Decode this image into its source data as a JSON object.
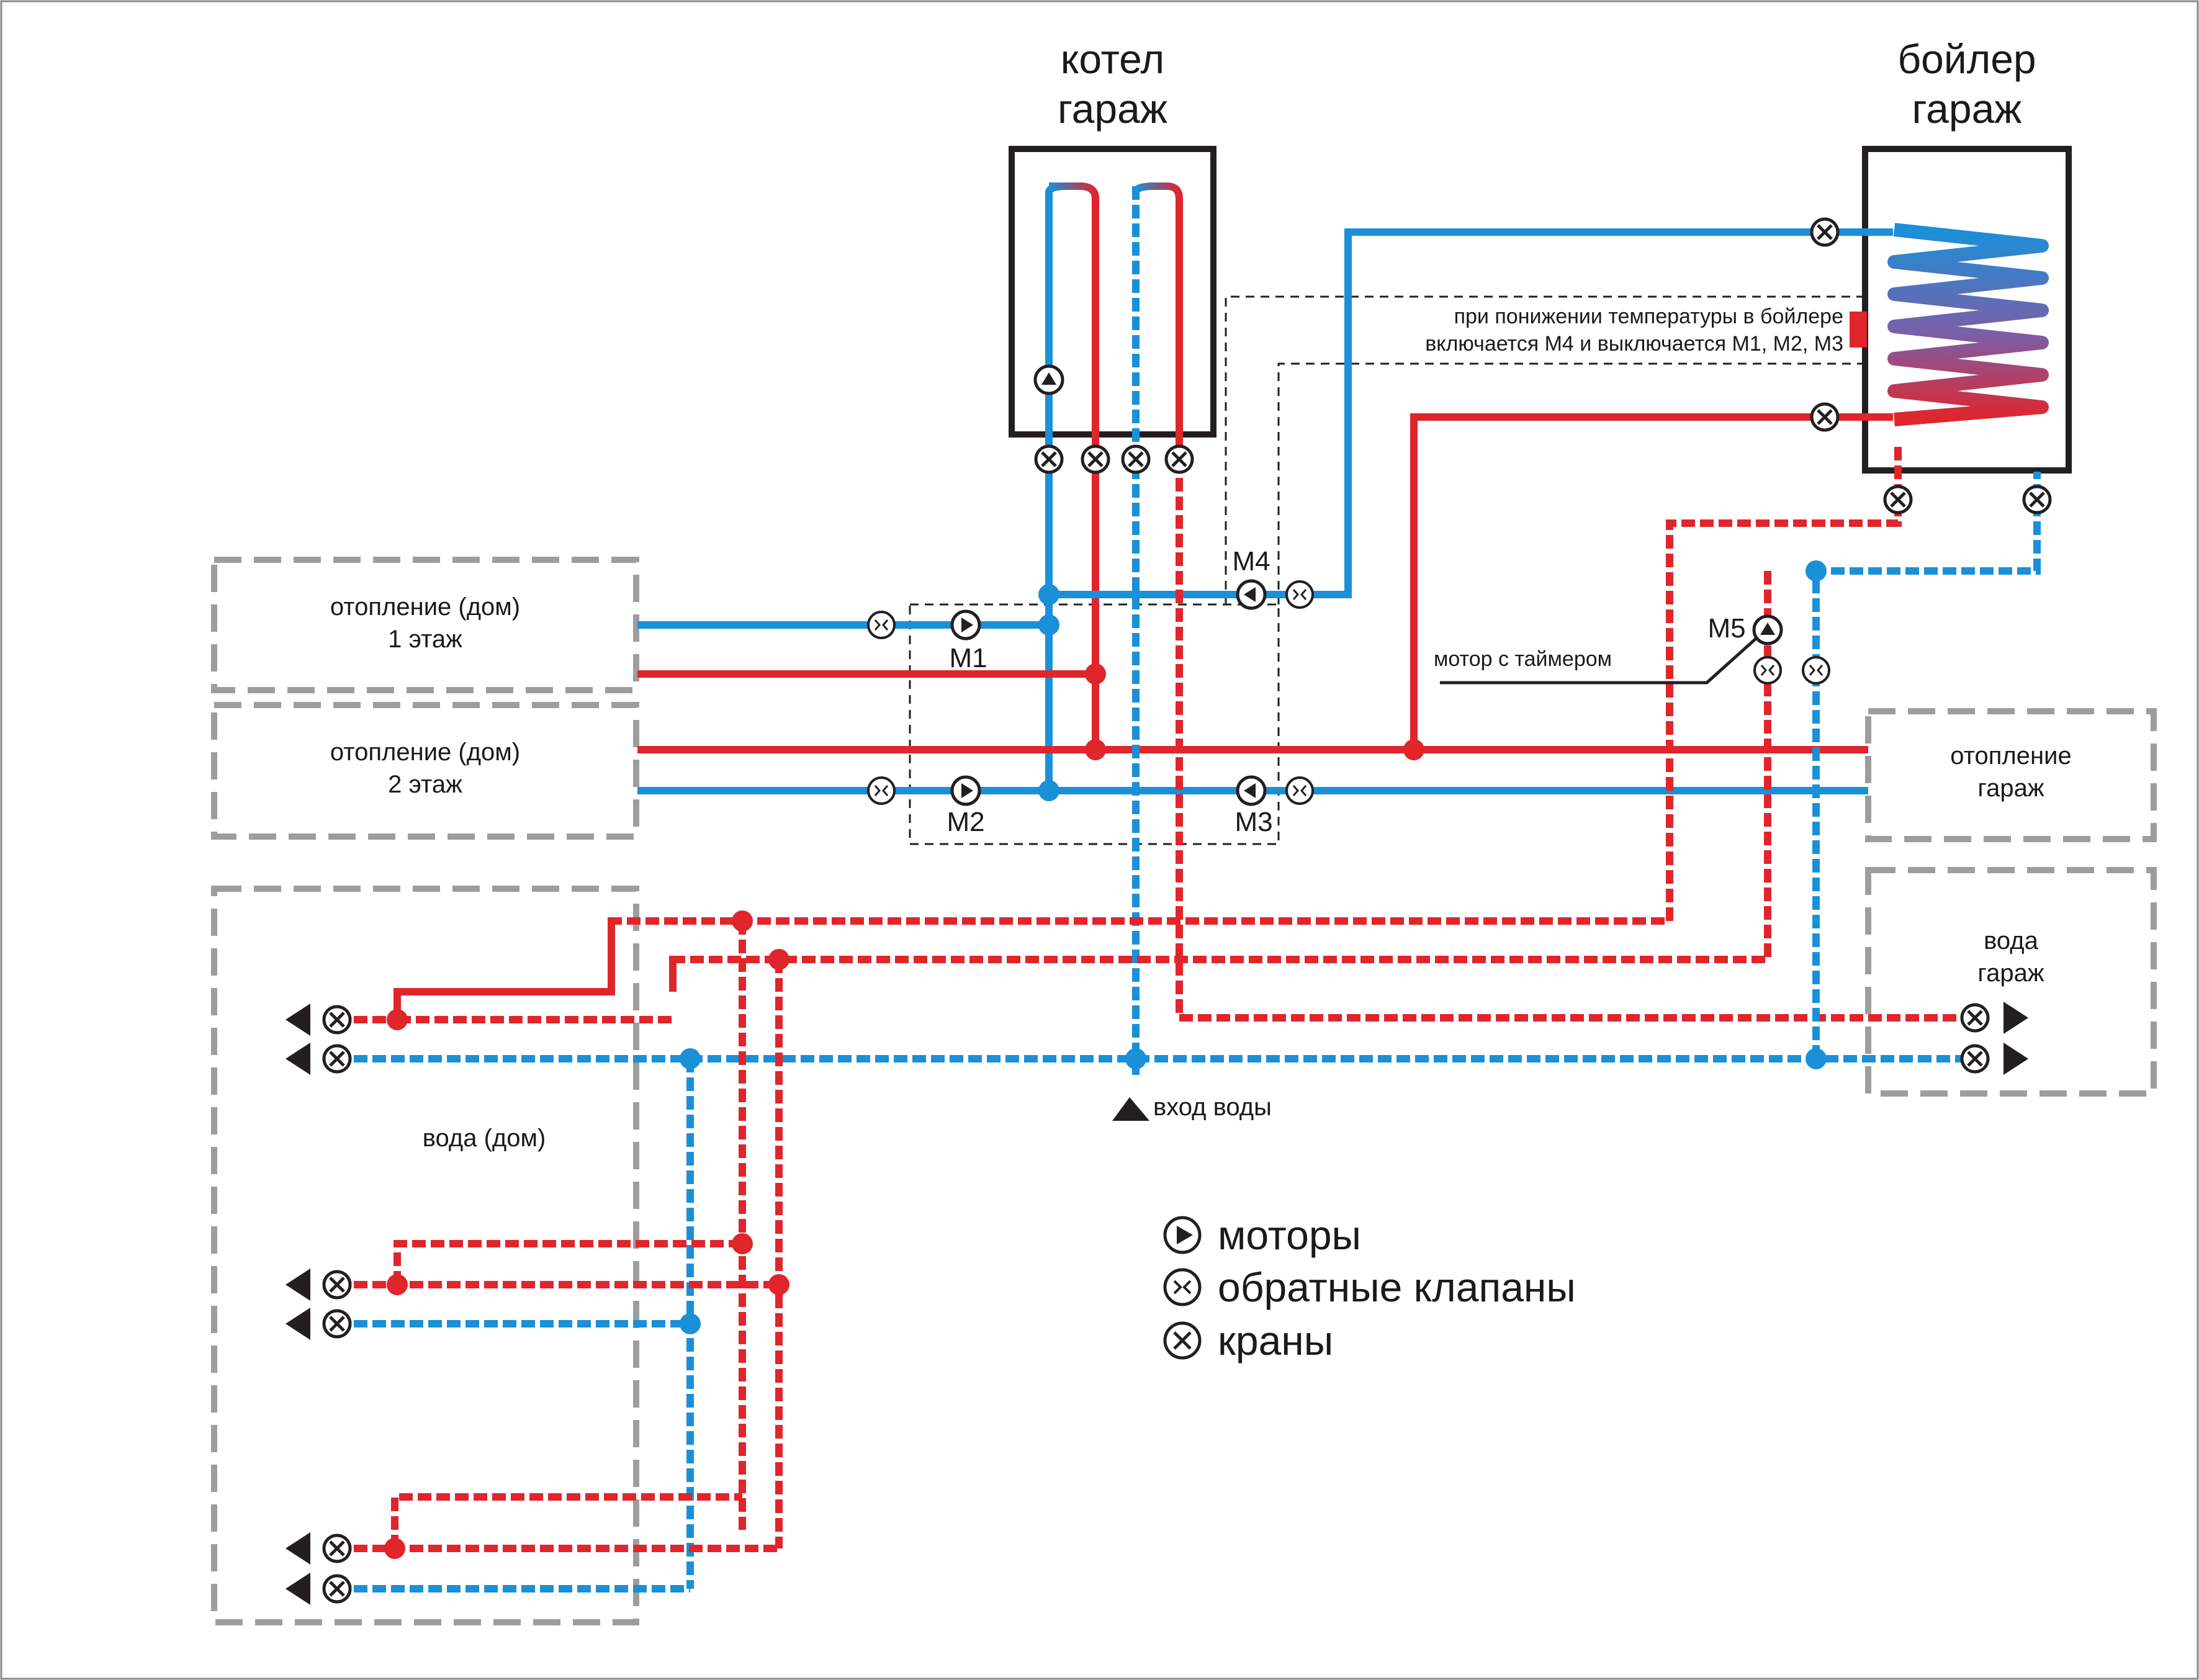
{
  "boiler": {
    "line1": "котел",
    "line2": "гараж"
  },
  "tank": {
    "line1": "бойлер",
    "line2": "гараж"
  },
  "zones": {
    "floor1": {
      "line1": "отопление (дом)",
      "line2": "1 этаж"
    },
    "floor2": {
      "line1": "отопление (дом)",
      "line2": "2 этаж"
    },
    "garage_heating": {
      "line1": "отопление",
      "line2": "гараж"
    },
    "garage_water": {
      "line1": "вода",
      "line2": "гараж"
    },
    "house_water": {
      "label": "вода (дом)"
    }
  },
  "notes": {
    "boiler_temp_line1": "при понижении температуры в бойлере",
    "boiler_temp_line2": "включается М4 и выключается М1, М2, М3",
    "timer_motor": "мотор с таймером",
    "water_inlet": "вход воды"
  },
  "motors": {
    "m1": "М1",
    "m2": "М2",
    "m3": "М3",
    "m4": "М4",
    "m5": "М5"
  },
  "legend": {
    "motors": "моторы",
    "check_valves": "обратные клапаны",
    "valves": "краны"
  },
  "colors": {
    "hot": "#e0252b",
    "cold": "#1a90d8",
    "frame": "#231f20",
    "zone_border": "#9d9d9d",
    "background": "#ffffff"
  },
  "icons": [
    "motor-icon",
    "check-valve-icon",
    "valve-icon",
    "tap-outlet-icon"
  ]
}
